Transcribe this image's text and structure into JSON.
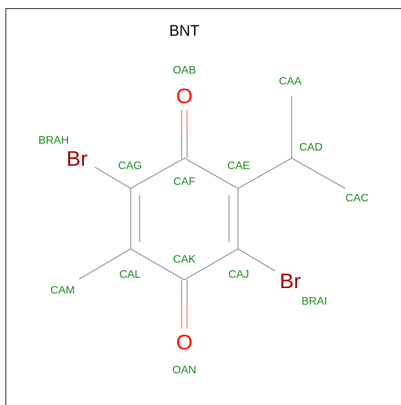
{
  "title": "BNT",
  "colors": {
    "label": "#1a8a1a",
    "oxygen": "#ff0000",
    "bromine": "#a50000",
    "bond": "#808080"
  },
  "atom_names": {
    "oab": "OAB",
    "caa": "CAA",
    "brah": "BRAH",
    "cad": "CAD",
    "cag": "CAG",
    "cae": "CAE",
    "caf": "CAF",
    "cac": "CAC",
    "cak": "CAK",
    "cal": "CAL",
    "caj": "CAJ",
    "cam": "CAM",
    "brai": "BRAI",
    "oan": "OAN"
  },
  "elements": {
    "o_top": "O",
    "br_left": "Br",
    "br_right": "Br",
    "o_bottom": "O"
  }
}
